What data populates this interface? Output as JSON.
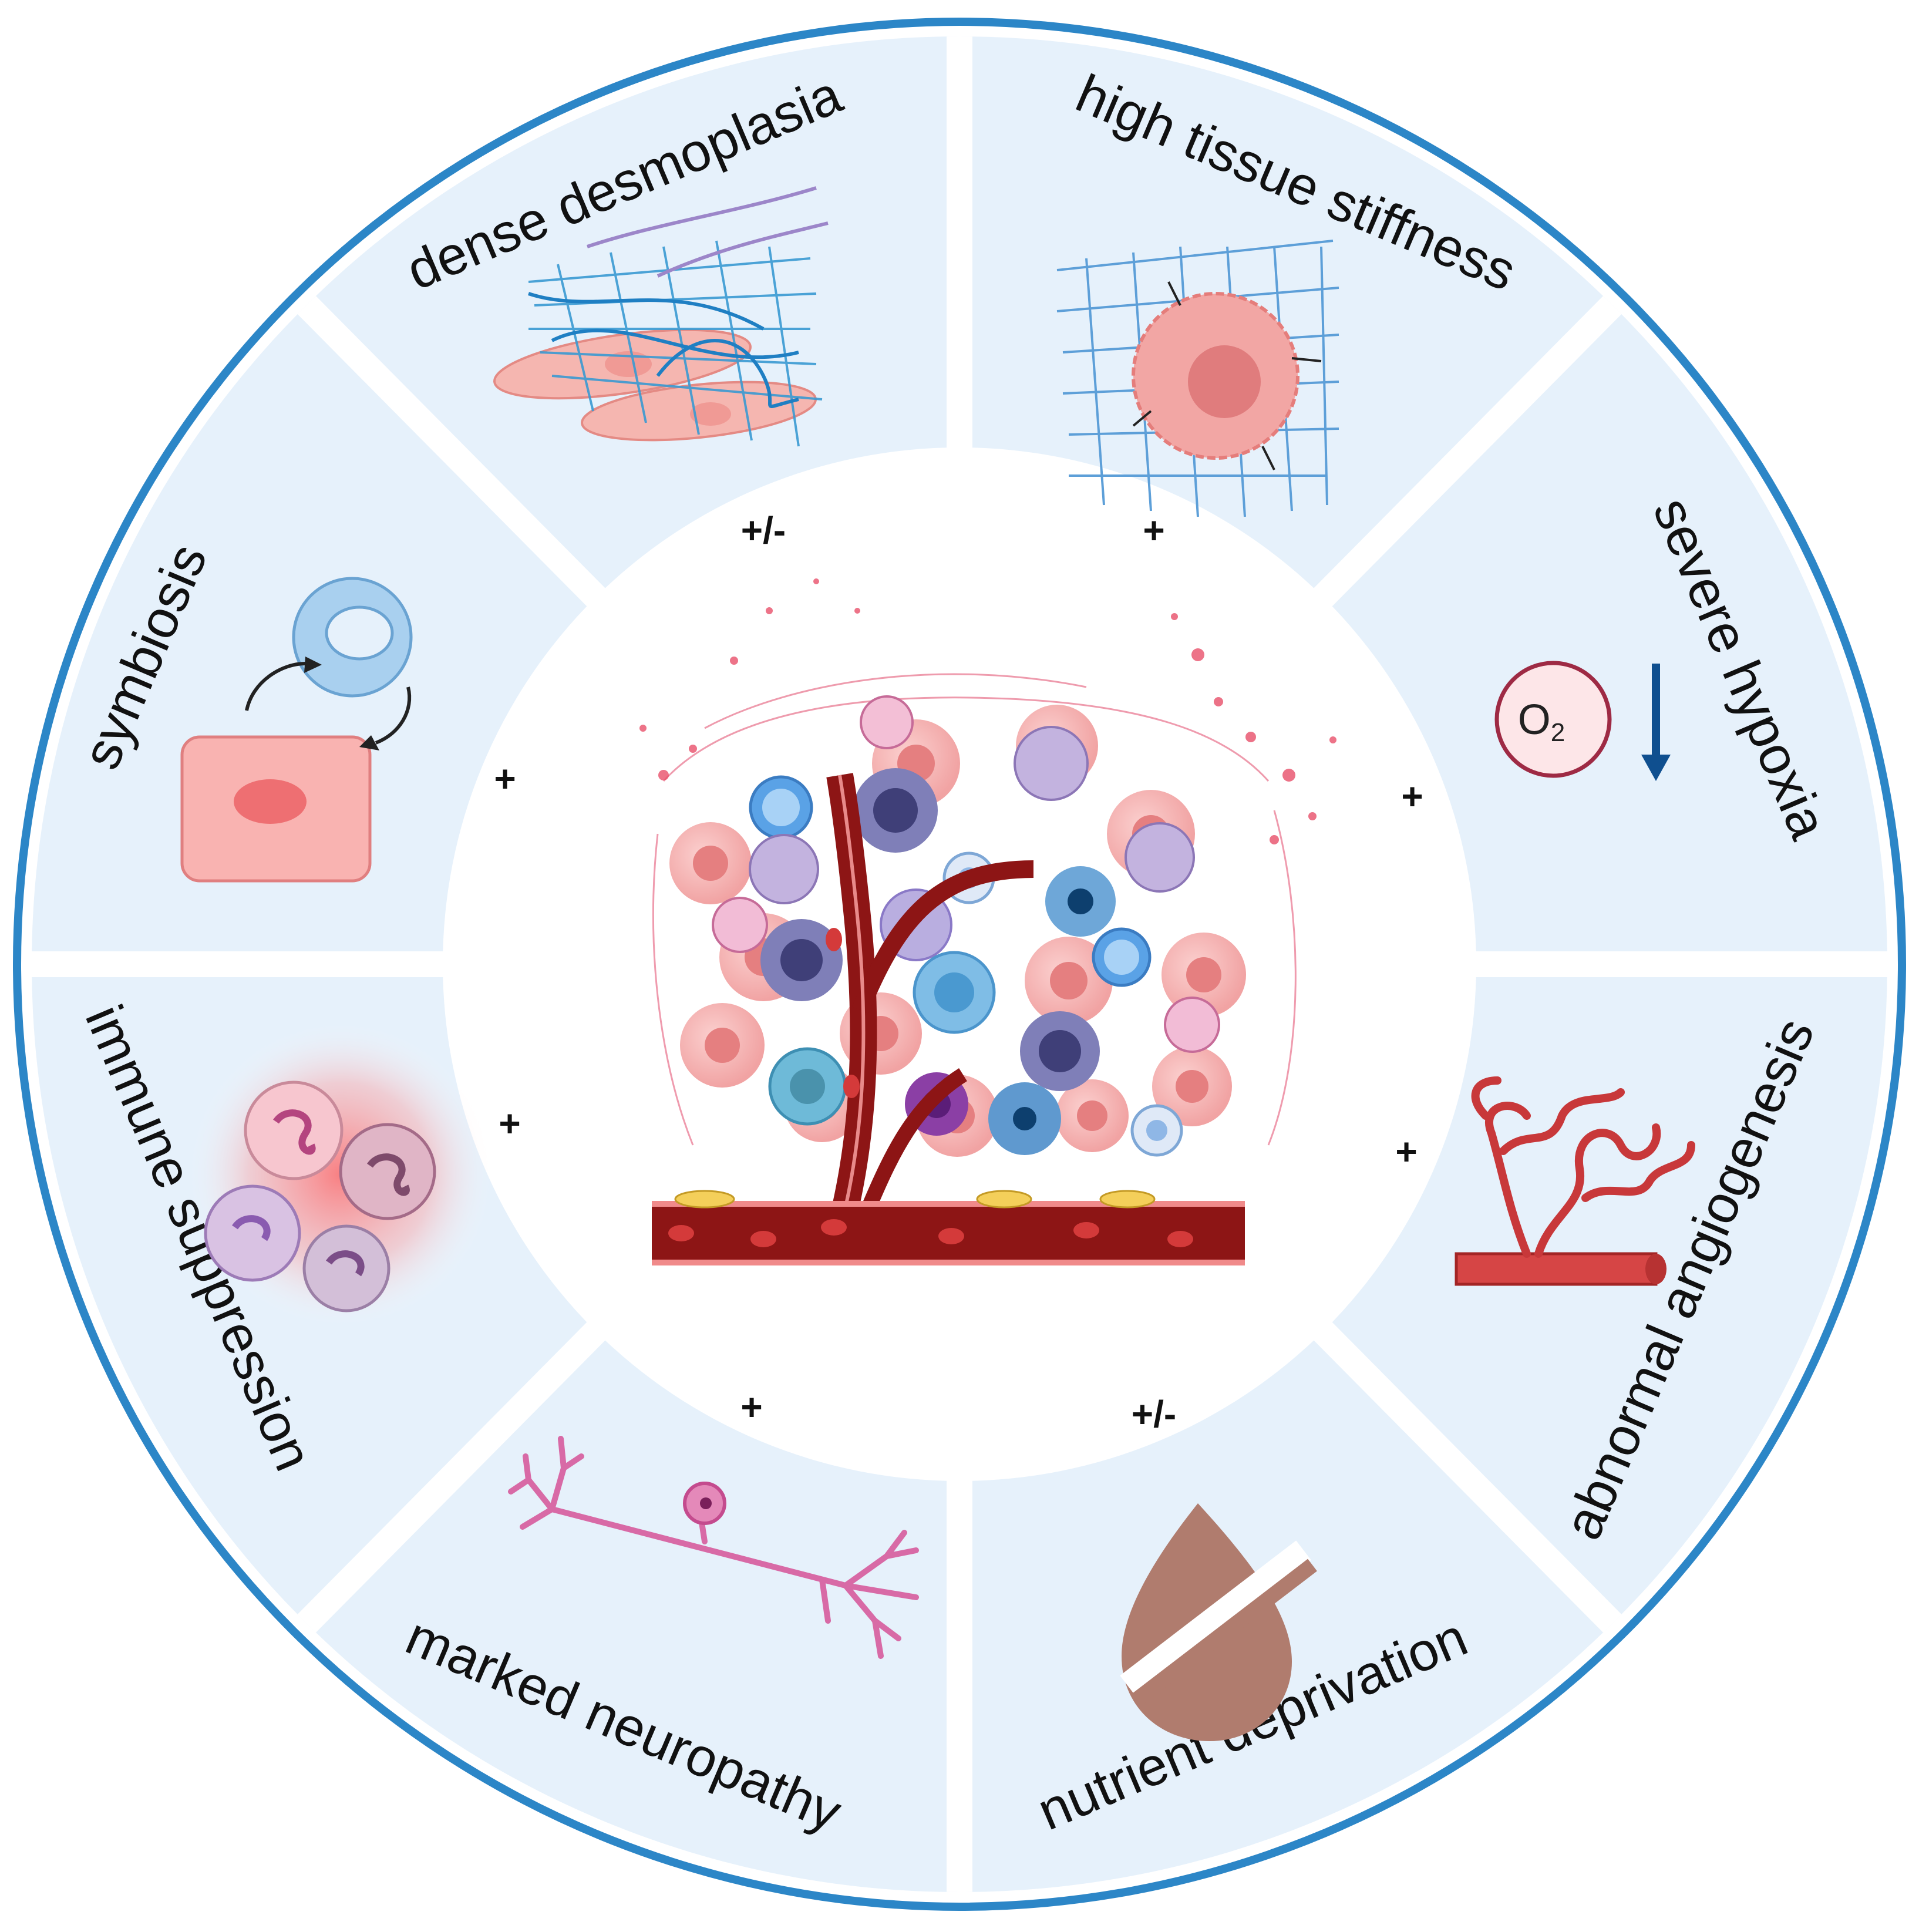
{
  "colors": {
    "outer_ring": "#2c86c7",
    "segment_fill": "#e6f1fb",
    "separator": "#ffffff",
    "text": "#111111"
  },
  "center": {
    "icon": "tumor-microenvironment-illustration"
  },
  "segments": [
    {
      "label": "dense desmoplasia",
      "sign": "+/-",
      "icon": "fibroblast-collagen-icon"
    },
    {
      "label": "high tissue stiffness",
      "sign": "+",
      "icon": "stiff-tumor-cell-mesh-icon"
    },
    {
      "label": "severe hypoxia",
      "sign": "+",
      "icon": "oxygen-down-icon",
      "o2_label": "O",
      "o2_sub": "2"
    },
    {
      "label": "abnormal angiogenesis",
      "sign": "+",
      "icon": "tortuous-vessel-icon"
    },
    {
      "label": "nutrient deprivation",
      "sign": "+/-",
      "icon": "no-nutrient-drop-icon"
    },
    {
      "label": "marked neuropathy",
      "sign": "+",
      "icon": "neuron-icon"
    },
    {
      "label": "immune suppression",
      "sign": "+",
      "icon": "suppressed-immune-cells-icon"
    },
    {
      "label": "symbiosis",
      "sign": "+",
      "icon": "symbiosis-cells-icon"
    }
  ]
}
